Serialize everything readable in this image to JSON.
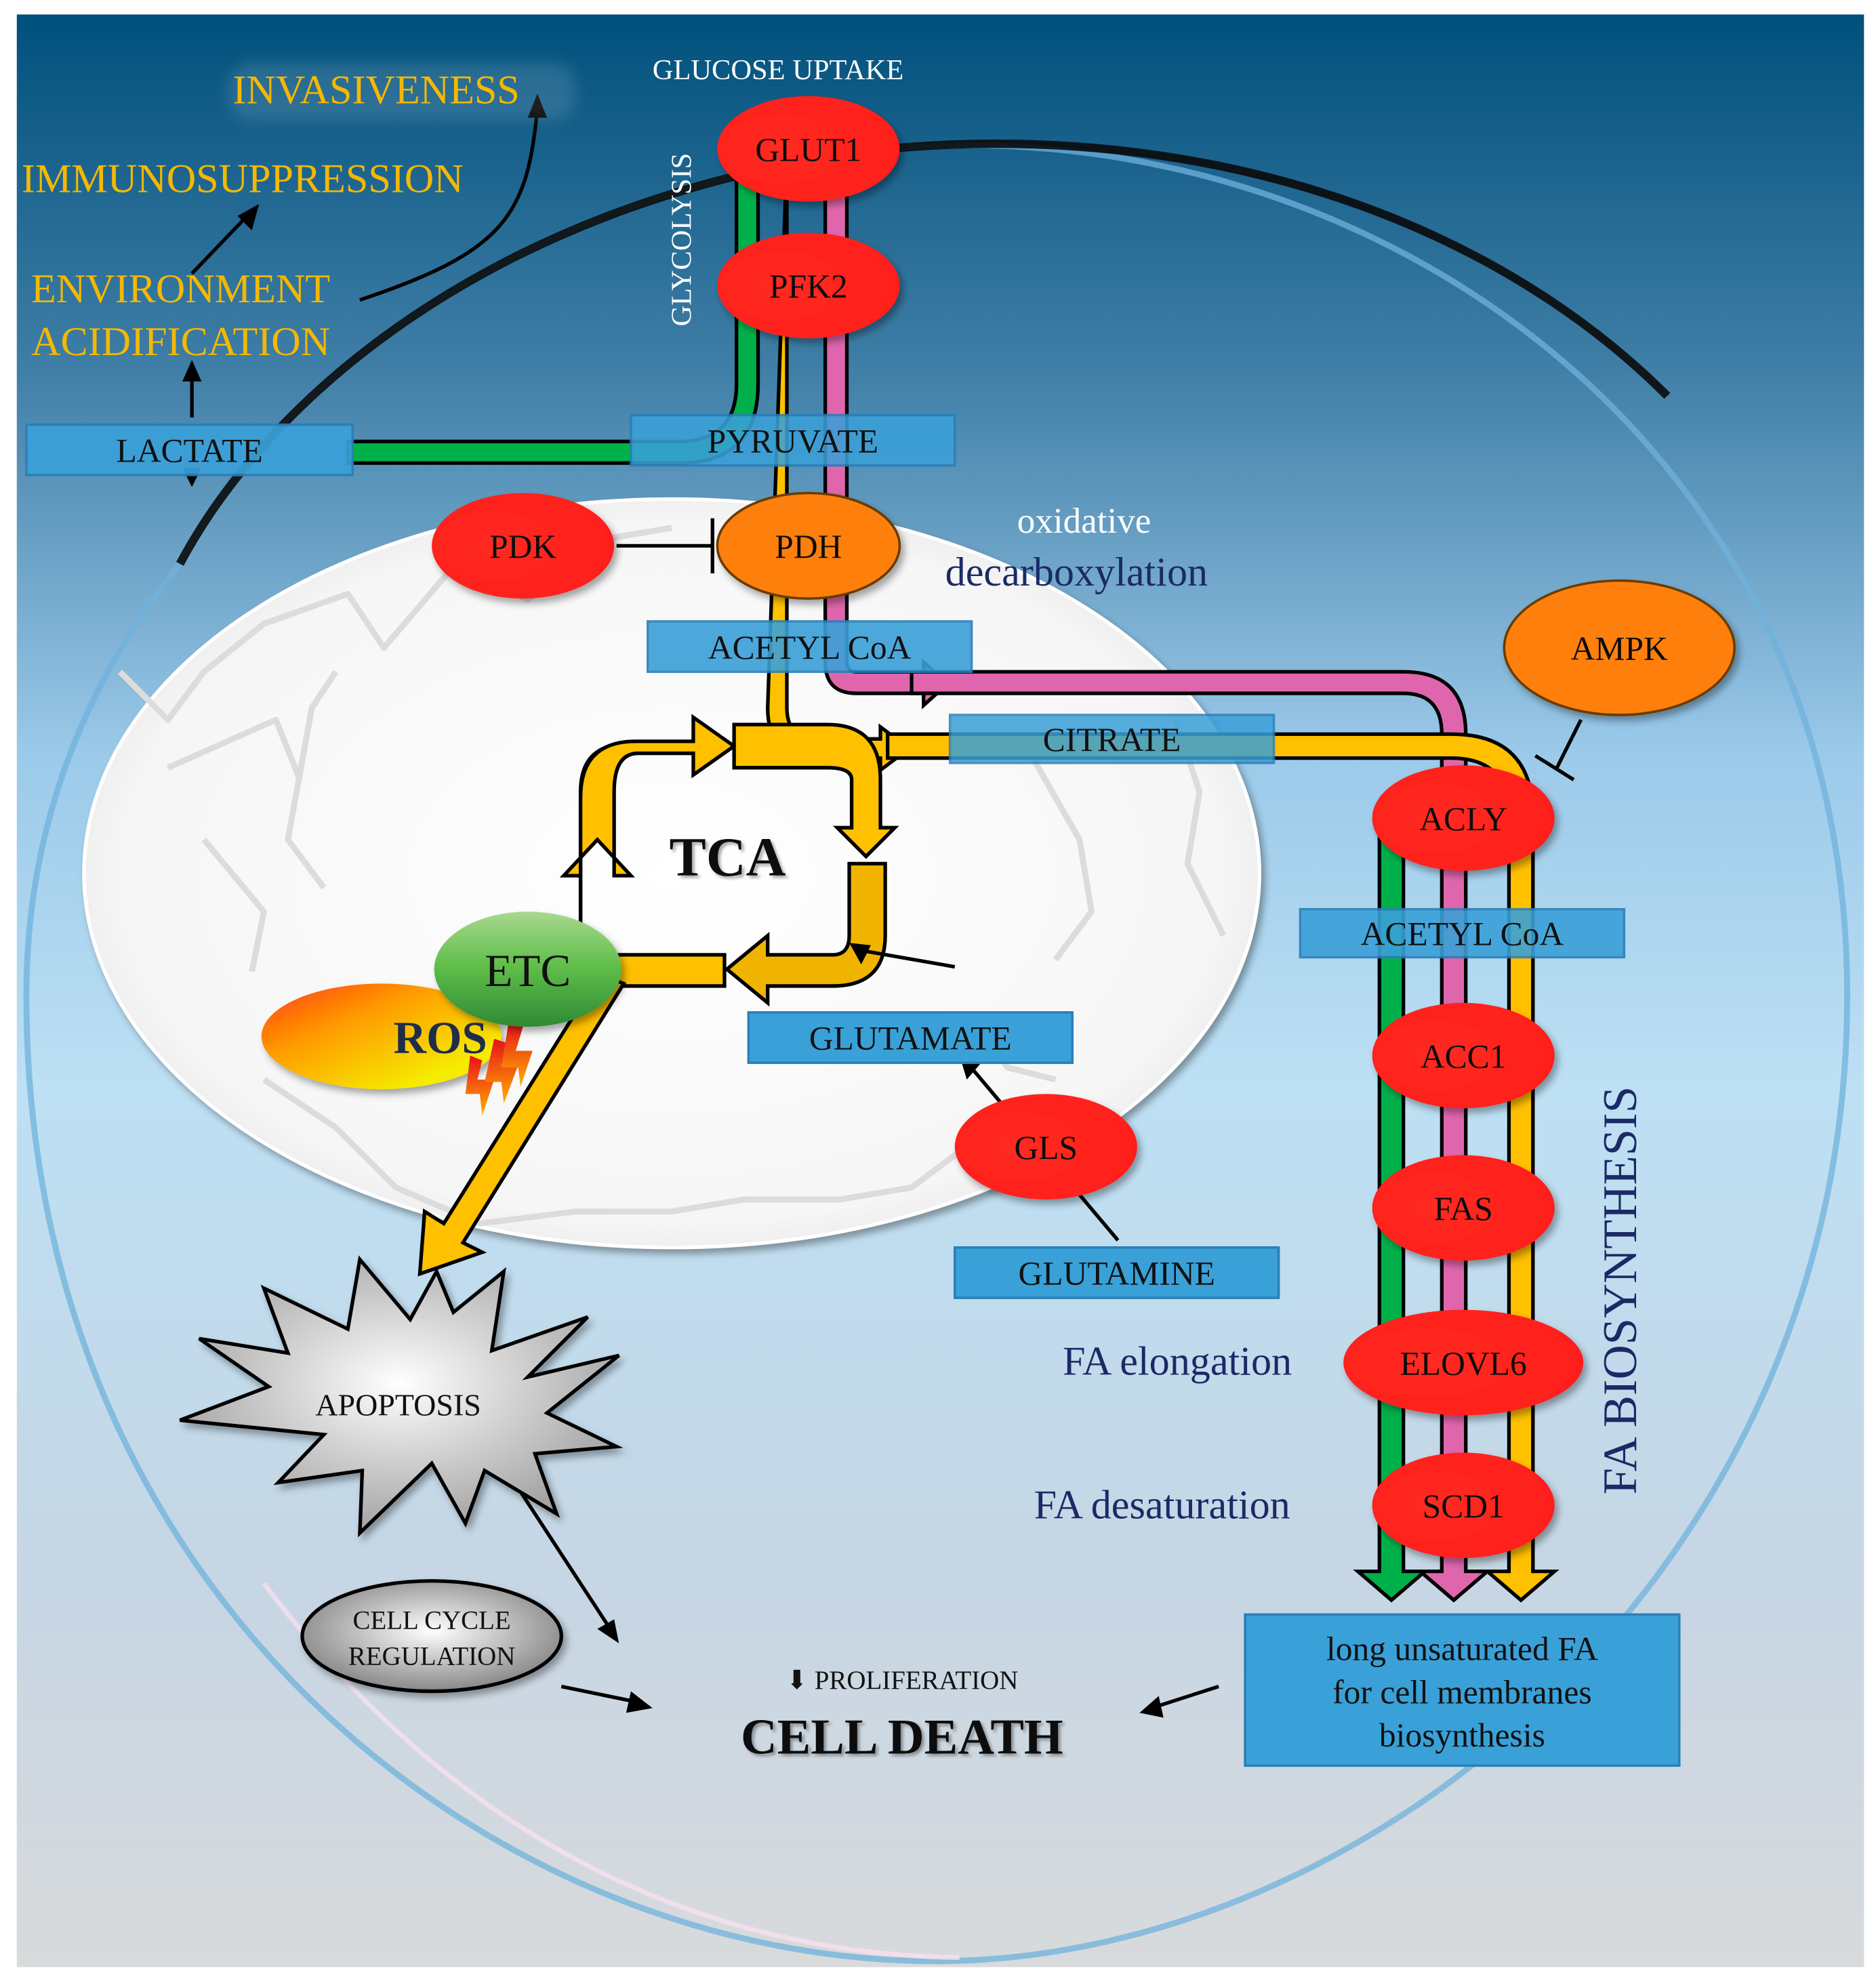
{
  "colors": {
    "enzyme_red": "#ff2020",
    "enzyme_orange": "#ff7f0a",
    "metabolite_blue": "#3aa0d8",
    "glycolysis_green": "#00b04a",
    "flux_yellow": "#ffc000",
    "flux_pink": "#df66ad",
    "etc_green": "#5cbf4a",
    "outcome_yellow": "#f5b800",
    "label_navy": "#1b2a66",
    "bg_top": "#00527e",
    "bg_mid": "#b8dcf2",
    "bg_bottom": "#d6dade"
  },
  "outcomes": {
    "invasiveness": "INVASIVENESS",
    "immunosuppression": "IMMUNOSUPPRESSION",
    "environment": "ENVIRONMENT",
    "acidification": "ACIDIFICATION"
  },
  "process_labels": {
    "glucose_uptake": "GLUCOSE UPTAKE",
    "glycolysis": "GLYCOLYSIS",
    "oxidative": "oxidative",
    "decarboxylation": "decarboxylation",
    "fa_elongation": "FA elongation",
    "fa_desaturation": "FA desaturation",
    "fa_biosynthesis": "FA BIOSYNTHESIS",
    "tca": "TCA"
  },
  "enzymes": {
    "glut1": "GLUT1",
    "pfk2": "PFK2",
    "pdk": "PDK",
    "pdh": "PDH",
    "ampk": "AMPK",
    "acly": "ACLY",
    "acc1": "ACC1",
    "fas": "FAS",
    "elovl6": "ELOVL6",
    "scd1": "SCD1",
    "gls": "GLS",
    "etc": "ETC",
    "ros": "ROS"
  },
  "metabolites": {
    "lactate": "LACTATE",
    "pyruvate": "PYRUVATE",
    "acetyl_coa_mito": "ACETYL CoA",
    "citrate": "CITRATE",
    "acetyl_coa_cyto": "ACETYL CoA",
    "glutamate": "GLUTAMATE",
    "glutamine": "GLUTAMINE",
    "fa_product_lines": [
      "long unsaturated FA",
      "for cell membranes",
      "biosynthesis"
    ]
  },
  "fate": {
    "apoptosis": "APOPTOSIS",
    "cell_cycle_lines": [
      "CELL CYCLE",
      "REGULATION"
    ],
    "proliferation": "⬇ PROLIFERATION",
    "cell_death": "CELL DEATH"
  }
}
